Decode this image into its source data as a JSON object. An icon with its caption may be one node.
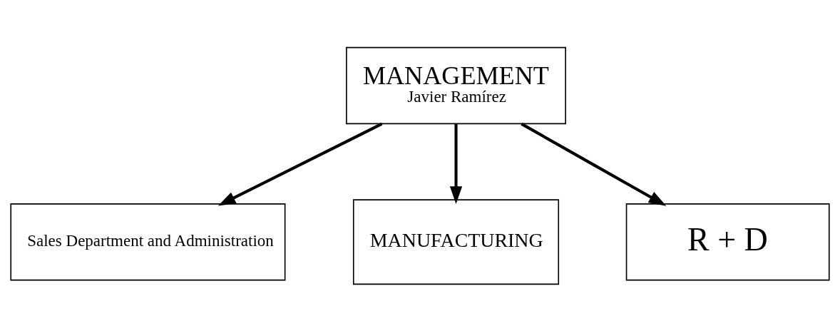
{
  "diagram": {
    "nodes": [
      {
        "text": [
          "MANAGEMENT",
          "Javier Ramírez"
        ]
      },
      {
        "text": [
          "Sales Department and Administration"
        ]
      },
      {
        "text": [
          "MANUFACTURING"
        ]
      },
      {
        "text": [
          "R + D"
        ]
      }
    ],
    "edges": [
      {
        "from": 0,
        "to": 1,
        "arrow": "to"
      },
      {
        "from": 0,
        "to": 2,
        "arrow": "to"
      },
      {
        "from": 0,
        "to": 3,
        "arrow": "to"
      }
    ]
  }
}
